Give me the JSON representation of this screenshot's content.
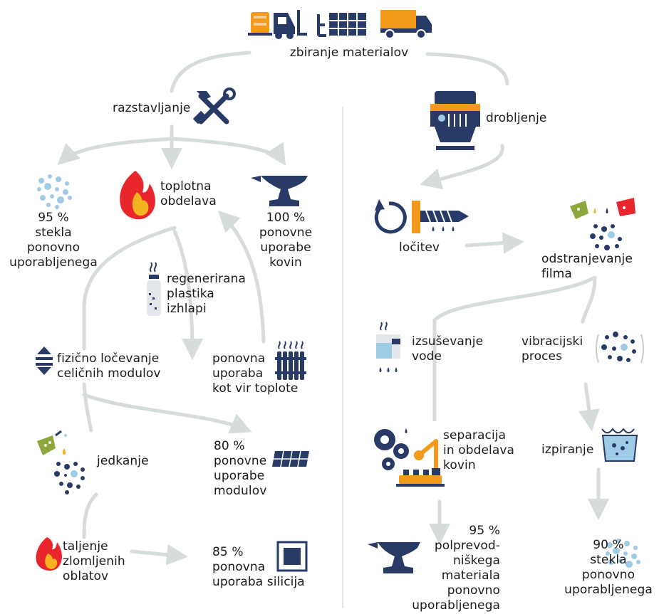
{
  "colors": {
    "navy": "#283a66",
    "orange": "#f39a1d",
    "red": "#e8262b",
    "flame_yellow": "#f5b321",
    "green": "#8ca83a",
    "light_blue": "#9fcbe6",
    "connector": "#d5dcd9",
    "divider": "#e3e5e8"
  },
  "labels": {
    "collection": "zbiranje materialov",
    "disassembly": "razstavljanje",
    "crushing": "drobljenje",
    "glass_reuse_left": "95 %\nstekla\nponovno\nuporabljenega",
    "heat_treatment": "toplotna\nobdelava",
    "metal_reuse": "100 %\nponovne\nuporabe\nkovin",
    "regenerated_plastic": "regenerirana\nplastika\nizhlapi",
    "physical_separation": "fizično ločevanje\nceličnih modulov",
    "heat_reuse": "ponovna\nuporaba\nkot vir toplote",
    "etching": "jedkanje",
    "module_reuse": "80 %\nponovne\nuporabe\nmodulov",
    "wafer_melting": "taljenje\nzlomljenih\noblatov",
    "silicon_reuse": "85 %\nponovna\nuporaba silicija",
    "separator": "ločitev",
    "film_removal": "odstranjevanje\nfilma",
    "water_drying": "izsuševanje\nvode",
    "vibration": "vibracijski\nproces",
    "metal_separation": "separacija\nin obdelava\nkovin",
    "rinsing": "izpiranje",
    "semiconductor_reuse": "95 %\npolprevod-\nniškega\nmateriala\nponovno\nuporabljenega",
    "glass_reuse_right": "90 %\nstekla\nponovno\nuporabljenega"
  },
  "icons": [
    "coil-icon",
    "forklift-icon",
    "solar-panel-icon",
    "truck-icon",
    "tools-icon",
    "shredder-icon",
    "glass-shards-icon",
    "flame-icon",
    "anvil-icon",
    "rotate-icon",
    "screw-icon",
    "sprayer-icon",
    "bottle-icon",
    "split-arrows-icon",
    "radiator-icon",
    "droplet-tank-icon",
    "vibration-dots-icon",
    "gears-robot-icon",
    "basin-icon",
    "chip-icon"
  ]
}
